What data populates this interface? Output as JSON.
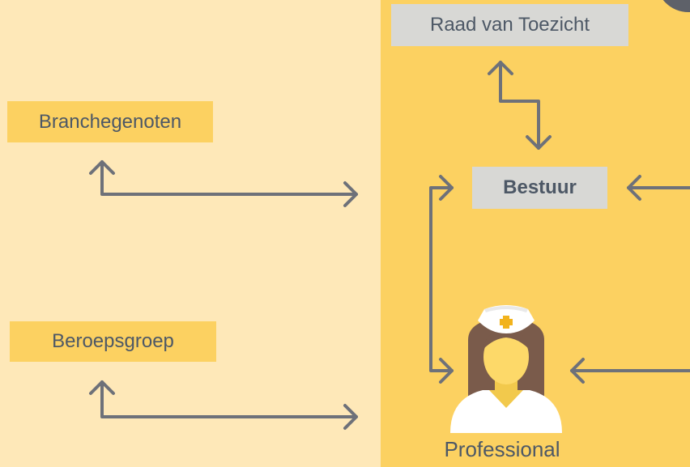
{
  "labels": {
    "raad": "Raad van Toezicht",
    "branchegenoten": "Branchegenoten",
    "bestuur": "Bestuur",
    "beroepsgroep": "Beroepsgroep",
    "professional": "Professional"
  },
  "colors": {
    "background_light": "#FEE8B8",
    "panel_yellow": "#FCD161",
    "box_grey": "#D8D8D5",
    "arrow": "#6E7179",
    "text": "#4D5866"
  },
  "icons": {
    "professional": "nurse-icon"
  }
}
